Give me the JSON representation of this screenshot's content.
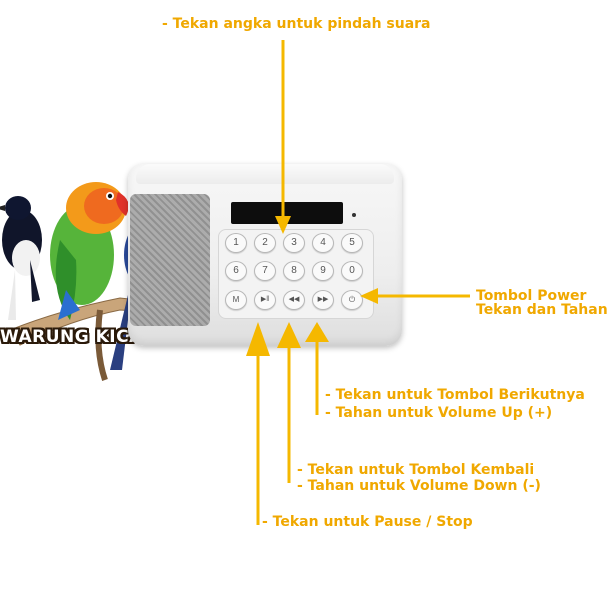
{
  "labels": {
    "top": "- Tekan angka untuk pindah suara",
    "power_line1": "Tombol Power",
    "power_line2": "Tekan dan Tahan",
    "next_line1": "- Tekan untuk Tombol Berikutnya",
    "next_line2": "- Tahan untuk Volume Up (+)",
    "prev_line1": "- Tekan untuk Tombol Kembali",
    "prev_line2": "- Tahan untuk Volume Down (-)",
    "pause": "- Tekan untuk Pause / Stop"
  },
  "brand": "WARUNG KICAU",
  "keys": {
    "row1": [
      "1",
      "2",
      "3",
      "4",
      "5"
    ],
    "row2": [
      "6",
      "7",
      "8",
      "9",
      "0"
    ],
    "row3": [
      "M",
      "▶‖",
      "◀◀",
      "▶▶",
      "⏻"
    ]
  },
  "colors": {
    "annotation": "#f5b800",
    "label_text": "#f0a800"
  },
  "icons": [
    "lovebird-illustration",
    "magpie-robin-illustration",
    "bluebird-illustration",
    "pause-play-icon",
    "previous-icon",
    "next-icon",
    "power-icon"
  ]
}
